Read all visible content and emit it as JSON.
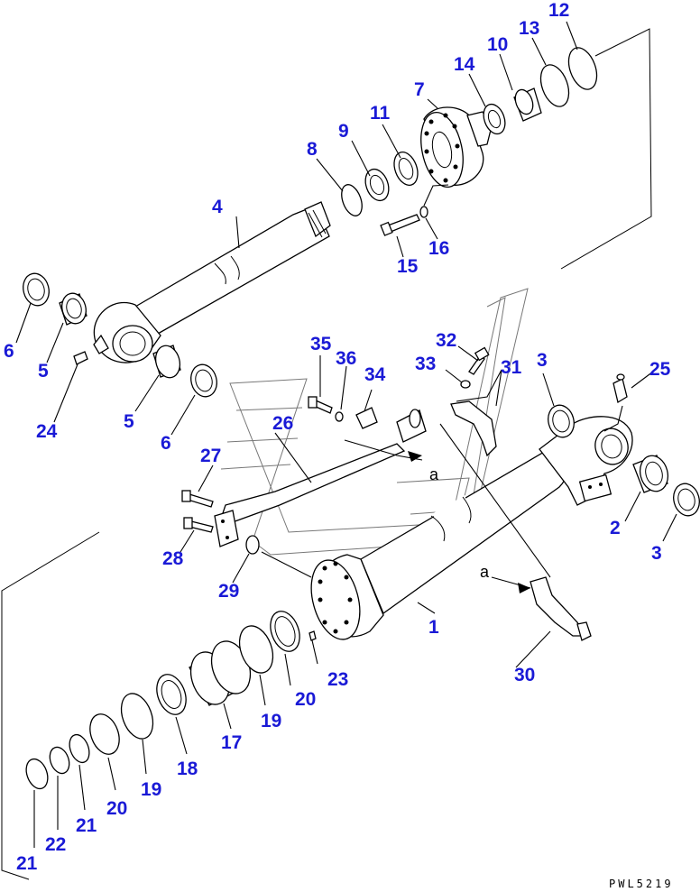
{
  "drawing_code": "PWL5219",
  "reference_letter": "a",
  "colors": {
    "callout": "#1a1ad6",
    "line": "#000000",
    "watermark": "#777777"
  },
  "callouts": [
    "1",
    "2",
    "3",
    "3",
    "4",
    "5",
    "5",
    "6",
    "6",
    "7",
    "8",
    "9",
    "10",
    "11",
    "12",
    "13",
    "14",
    "15",
    "16",
    "17",
    "18",
    "19",
    "19",
    "20",
    "20",
    "21",
    "21",
    "22",
    "23",
    "24",
    "25",
    "26",
    "27",
    "28",
    "29",
    "30",
    "31",
    "32",
    "33",
    "34",
    "35",
    "36"
  ]
}
